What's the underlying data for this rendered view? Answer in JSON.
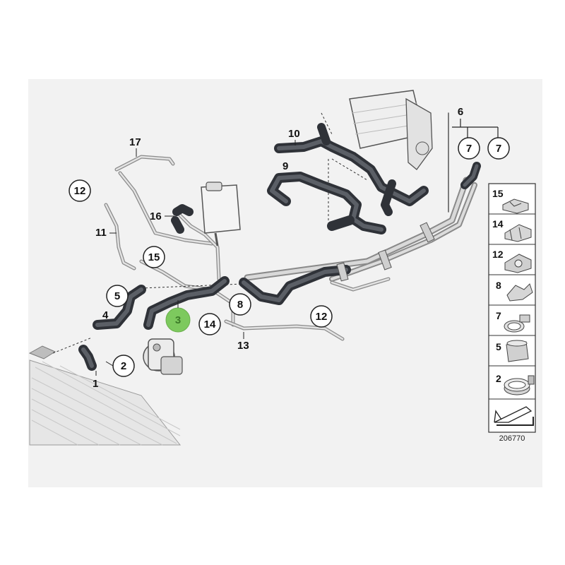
{
  "diagram": {
    "diagram_id": "206770",
    "highlight_color": "#7dc95e",
    "background_color": "#f2f2f2",
    "callouts": [
      {
        "key": "c1",
        "label": "1",
        "circled": false
      },
      {
        "key": "c2",
        "label": "2",
        "circled": true
      },
      {
        "key": "c3",
        "label": "3",
        "circled": true,
        "highlighted": true
      },
      {
        "key": "c4",
        "label": "4",
        "circled": false
      },
      {
        "key": "c5",
        "label": "5",
        "circled": true
      },
      {
        "key": "c6",
        "label": "6",
        "circled": false
      },
      {
        "key": "c7a",
        "label": "7",
        "circled": true
      },
      {
        "key": "c7b",
        "label": "7",
        "circled": true
      },
      {
        "key": "c8",
        "label": "8",
        "circled": true
      },
      {
        "key": "c9",
        "label": "9",
        "circled": false
      },
      {
        "key": "c10",
        "label": "10",
        "circled": false
      },
      {
        "key": "c11",
        "label": "11",
        "circled": false
      },
      {
        "key": "c12a",
        "label": "12",
        "circled": true
      },
      {
        "key": "c12b",
        "label": "12",
        "circled": true
      },
      {
        "key": "c13",
        "label": "13",
        "circled": false
      },
      {
        "key": "c14",
        "label": "14",
        "circled": true
      },
      {
        "key": "c15",
        "label": "15",
        "circled": true
      },
      {
        "key": "c16",
        "label": "16",
        "circled": false
      },
      {
        "key": "c17",
        "label": "17",
        "circled": false
      }
    ],
    "legend": {
      "items": [
        {
          "label": "15",
          "icon": "clip-15-icon"
        },
        {
          "label": "14",
          "icon": "clip-14-icon"
        },
        {
          "label": "12",
          "icon": "clip-12-icon"
        },
        {
          "label": "8",
          "icon": "clip-8-icon"
        },
        {
          "label": "7",
          "icon": "hose-clamp-7-icon"
        },
        {
          "label": "5",
          "icon": "spring-clamp-5-icon"
        },
        {
          "label": "2",
          "icon": "hose-clamp-2-icon"
        }
      ],
      "footer_icon": "direction-arrow-icon"
    }
  }
}
